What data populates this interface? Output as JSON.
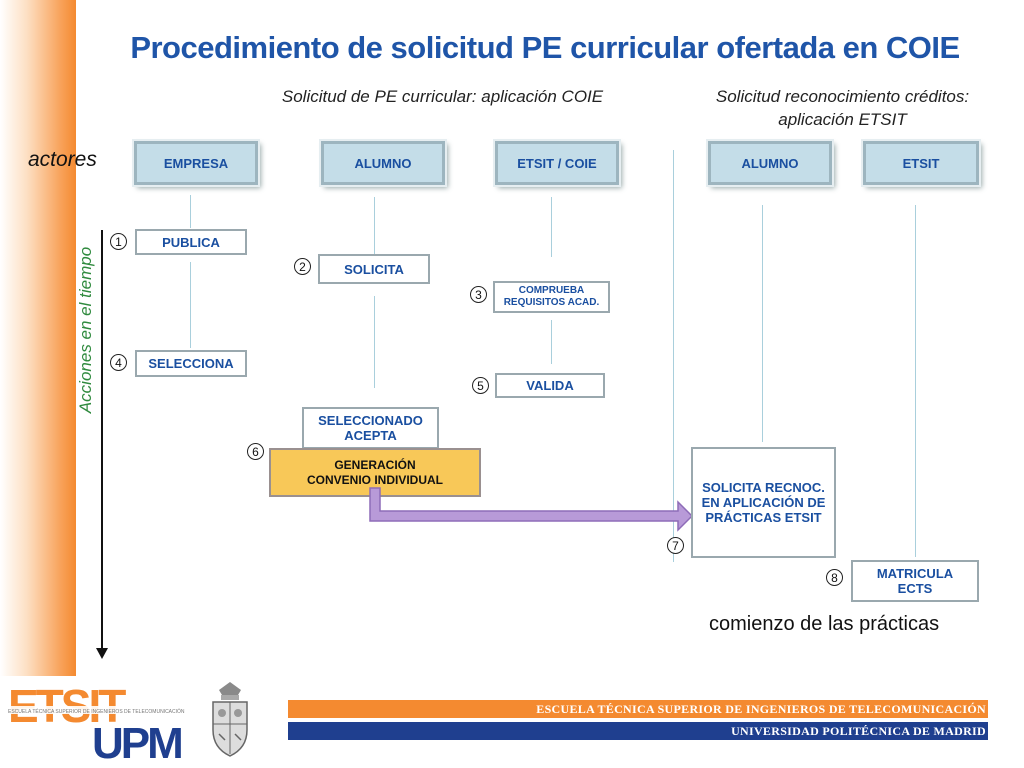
{
  "slide": {
    "title": "Procedimiento de solicitud PE curricular ofertada en COIE",
    "subtitle_left": "Solicitud de PE curricular: aplicación COIE",
    "subtitle_right_line1": "Solicitud reconocimiento créditos:",
    "subtitle_right_line2": "aplicación ETSIT",
    "actors_label": "actores",
    "time_axis_label": "Acciones en el tiempo",
    "closing_note": "comienzo de las prácticas"
  },
  "actors": [
    "EMPRESA",
    "ALUMNO",
    "ETSIT / COIE",
    "ALUMNO",
    "ETSIT"
  ],
  "steps": {
    "s1": {
      "num": "1",
      "line1": "PUBLICA"
    },
    "s2": {
      "num": "2",
      "line1": "SOLICITA"
    },
    "s3": {
      "num": "3",
      "line1": "COMPRUEBA",
      "line2": "REQUISITOS ACAD."
    },
    "s4": {
      "num": "4",
      "line1": "SELECCIONA"
    },
    "s5": {
      "num": "5",
      "line1": "VALIDA"
    },
    "s6": {
      "num": "6",
      "accept_line1": "SELECCIONADO",
      "accept_line2": "ACEPTA",
      "gen_line1": "GENERACIÓN",
      "gen_line2": "CONVENIO INDIVIDUAL"
    },
    "s7": {
      "num": "7",
      "line1": "SOLICITA RECNOC.",
      "line2": "EN APLICACIÓN DE",
      "line3": "PRÁCTICAS ETSIT"
    },
    "s8": {
      "num": "8",
      "line1": "MATRICULA",
      "line2": "ECTS"
    }
  },
  "footer": {
    "school": "ESCUELA TÉCNICA SUPERIOR DE INGENIEROS DE TELECOMUNICACIÓN",
    "university": "UNIVERSIDAD POLITÉCNICA DE MADRID",
    "logo_top": "ETSIT",
    "logo_bottom": "UPM",
    "logo_band": "ESCUELA TÉCNICA SUPERIOR DE INGENIEROS DE TELECOMUNICACIÓN"
  },
  "colors": {
    "title": "#1f55a8",
    "accent_orange": "#f48a30",
    "footer_blue": "#1f3f8f",
    "highlight_box": "#f8c858",
    "arrow": "#b89ad8"
  }
}
